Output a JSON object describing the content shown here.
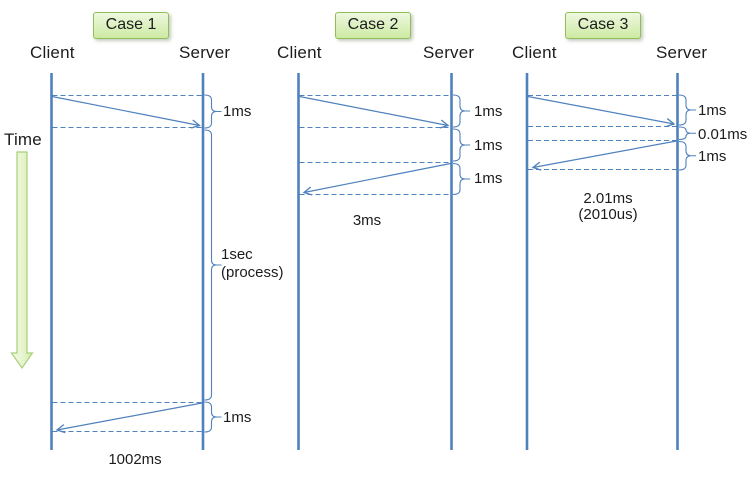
{
  "theme": {
    "line_color": "#4f81bd",
    "text_color": "#1c1c1c",
    "case_box_fill_top": "#eef8df",
    "case_box_fill_bottom": "#cdeaa3",
    "case_box_border": "#8fbf57",
    "time_arrow_fill_light": "#f3fae8",
    "time_arrow_fill_dark": "#d2ebaa",
    "time_arrow_border": "#a9cf77"
  },
  "time_label": "Time",
  "cases": [
    {
      "title": "Case 1",
      "client_label": "Client",
      "server_label": "Server",
      "annotations": {
        "request": "1ms",
        "process_line1": "1sec",
        "process_line2": "(process)",
        "response": "1ms",
        "total": "1002ms"
      }
    },
    {
      "title": "Case 2",
      "client_label": "Client",
      "server_label": "Server",
      "annotations": {
        "request": "1ms",
        "middle": "1ms",
        "response": "1ms",
        "total": "3ms"
      }
    },
    {
      "title": "Case 3",
      "client_label": "Client",
      "server_label": "Server",
      "annotations": {
        "request": "1ms",
        "middle": "0.01ms",
        "response": "1ms",
        "total_line1": "2.01ms",
        "total_line2": "(2010us)"
      }
    }
  ]
}
